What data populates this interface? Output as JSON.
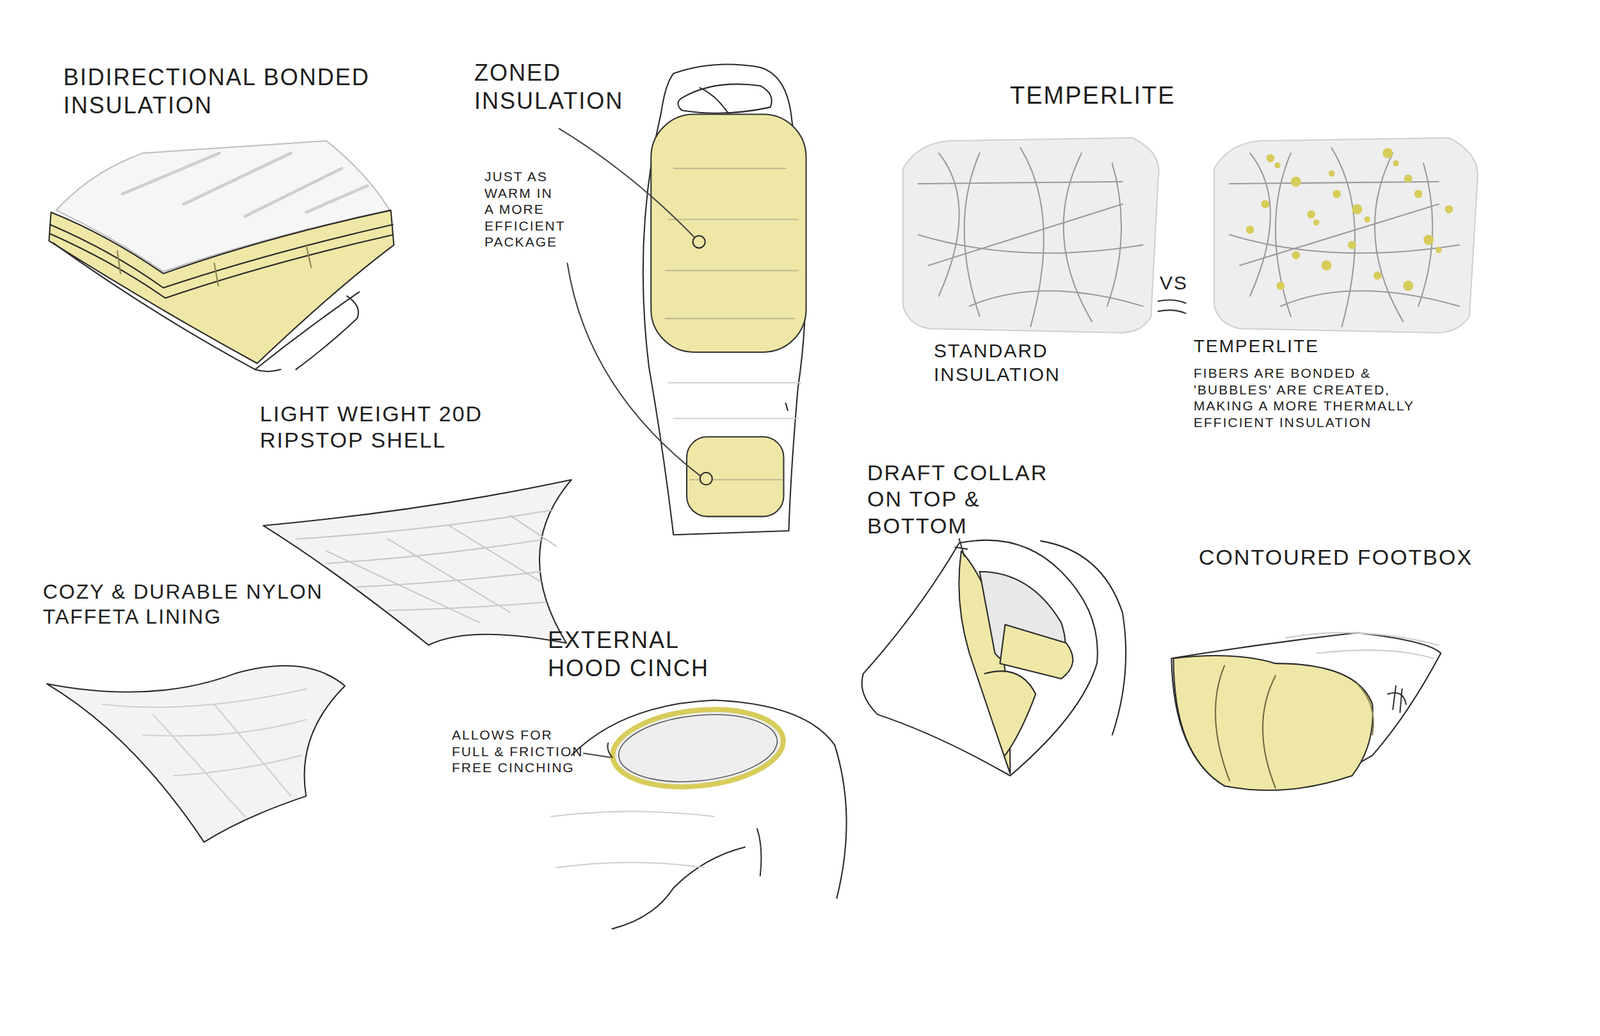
{
  "diagram": {
    "labels": [
      "BIDIRECTIONAL BONDED INSULATION",
      "ZONED INSULATION",
      "JUST AS WARM IN A MORE EFFICIENT PACKAGE",
      "TEMPERLITE",
      "STANDARD INSULATION",
      "VS",
      "TEMPERLITE",
      "FIBERS ARE BONDED & 'BUBBLES' ARE CREATED, MAKING A MORE THERMALLY EFFICIENT INSULATION",
      "LIGHT WEIGHT 20D RIPSTOP SHELL",
      "DRAFT COLLAR ON TOP & BOTTOM",
      "CONTOURED FOOTBOX",
      "COZY & DURABLE NYLON TAFFETA LINING",
      "EXTERNAL HOOD CINCH",
      "ALLOWS FOR FULL & FRICTION FREE CINCHING"
    ]
  }
}
